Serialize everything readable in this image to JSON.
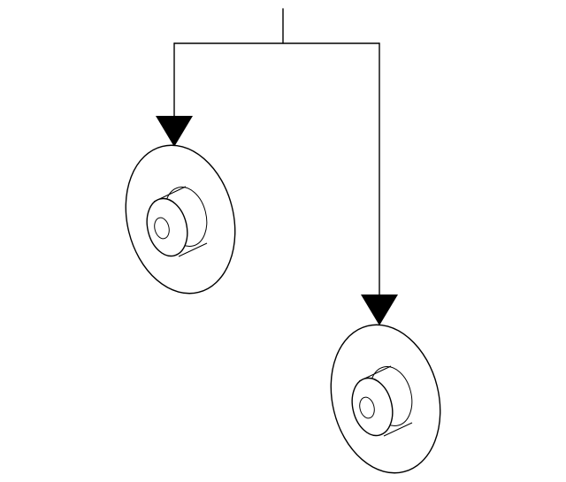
{
  "diagram": {
    "kind": "parts-callout",
    "parts": [
      {
        "id": "part-a",
        "shape": "disc-with-bushing"
      },
      {
        "id": "part-b",
        "shape": "disc-with-bushing"
      }
    ],
    "colors": {
      "line": "#000000",
      "background": "#ffffff"
    }
  }
}
